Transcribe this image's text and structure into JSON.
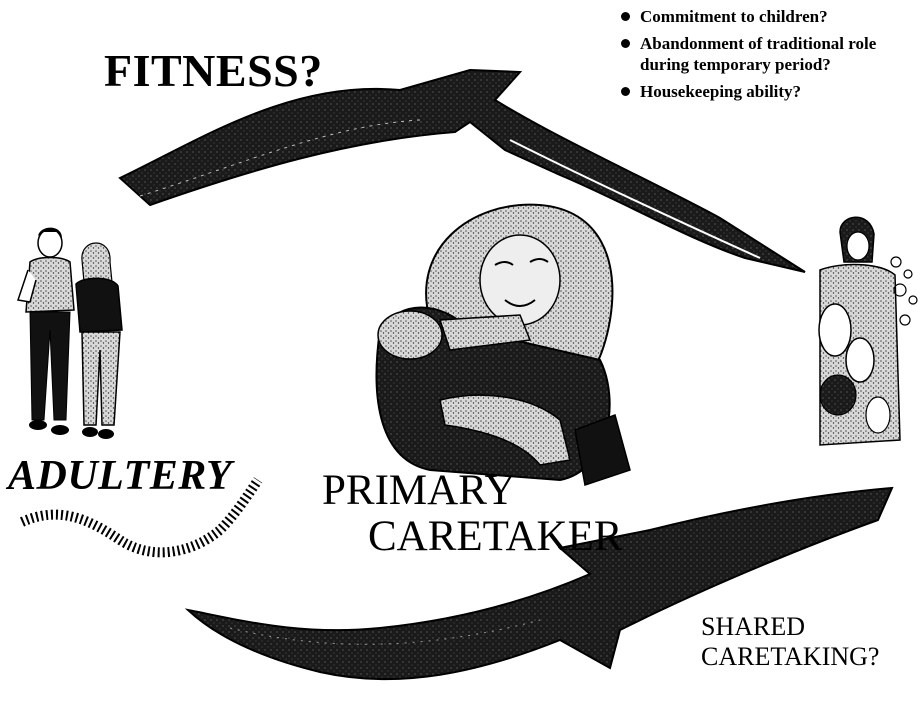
{
  "labels": {
    "fitness": "FITNESS?",
    "adultery": "ADULTERY",
    "primary_line1": "PRIMARY",
    "primary_line2": "CARETAKER",
    "shared_line1": "SHARED",
    "shared_line2": "CARETAKING?"
  },
  "fitness_questions": [
    "Commitment to children?",
    "Abandonment of traditional role during temporary period?",
    "Housekeeping ability?"
  ],
  "icons": {
    "top_arrow": "arrow-icon",
    "bottom_arrow": "arrow-icon",
    "couple": "couple-illustration",
    "mother_child": "mother-child-illustration",
    "housekeeping": "woman-washing-dishes-illustration"
  },
  "colors": {
    "ink": "#000000",
    "paper": "#ffffff",
    "texture": "#8a8a8a"
  }
}
